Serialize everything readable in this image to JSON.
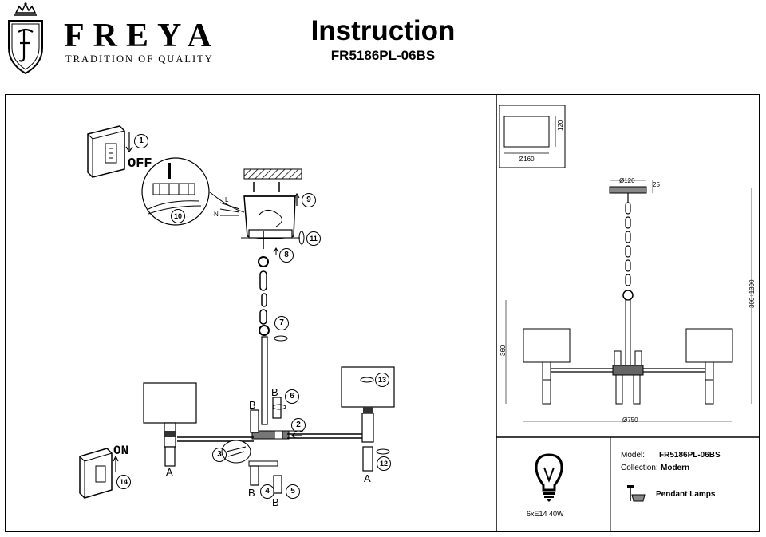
{
  "header": {
    "brand": "FREYA",
    "tagline": "TRADITION OF QUALITY",
    "title": "Instruction",
    "model_code": "FR5186PL-06BS"
  },
  "steps": {
    "off_label": "OFF",
    "on_label": "ON",
    "numbers": [
      "1",
      "2",
      "3",
      "4",
      "5",
      "6",
      "7",
      "8",
      "9",
      "10",
      "11",
      "12",
      "13",
      "14"
    ],
    "part_labels": {
      "a": "A",
      "b": "B"
    },
    "wire_labels": {
      "l": "L",
      "n": "N"
    }
  },
  "dimensions": {
    "shade_width": "Ø160",
    "shade_height": "120",
    "canopy_diameter": "Ø120",
    "canopy_height": "25",
    "total_height": "300÷1300",
    "body_height": "360",
    "overall_width": "Ø750"
  },
  "specs": {
    "bulb": "6xE14 40W",
    "model_label": "Model:",
    "model_value": "FR5186PL-06BS",
    "collection_label": "Collection:",
    "collection_value": "Modern",
    "type_value": "Pendant Lamps"
  }
}
